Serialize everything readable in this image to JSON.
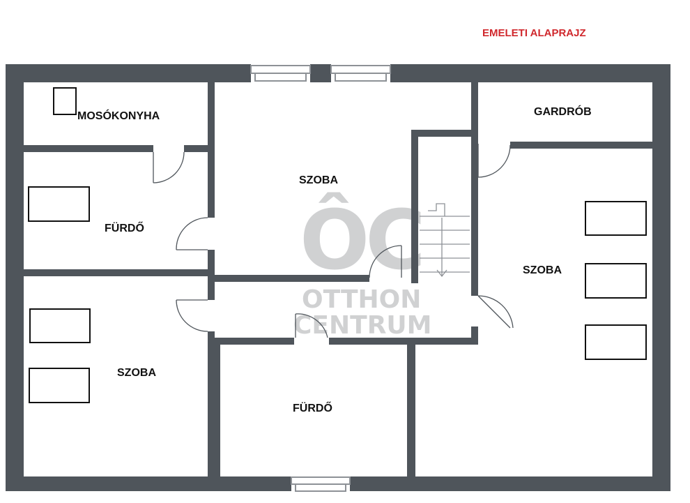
{
  "colors": {
    "wall": "#4f555b",
    "title": "#d0282d",
    "watermark": "#c8c9cb",
    "fixture": "#111111",
    "window_frame": "#8d9196"
  },
  "title": "EMELETI ALAPRAJZ",
  "rooms": {
    "mosokonyha": "MOSÓKONYHA",
    "gardrob": "GARDRÓB",
    "szoba_center": "SZOBA",
    "furdo_left": "FÜRDŐ",
    "szoba_right": "SZOBA",
    "szoba_left": "SZOBA",
    "furdo_bottom": "FÜRDŐ"
  },
  "watermark": {
    "logo": "ÔC",
    "line1": "OTTHON",
    "line2": "CENTRUM"
  },
  "icons": {
    "door": "door-swing-icon",
    "window": "window-icon",
    "stairs": "stairs-icon",
    "furniture": "rectangle-fixture-icon"
  }
}
